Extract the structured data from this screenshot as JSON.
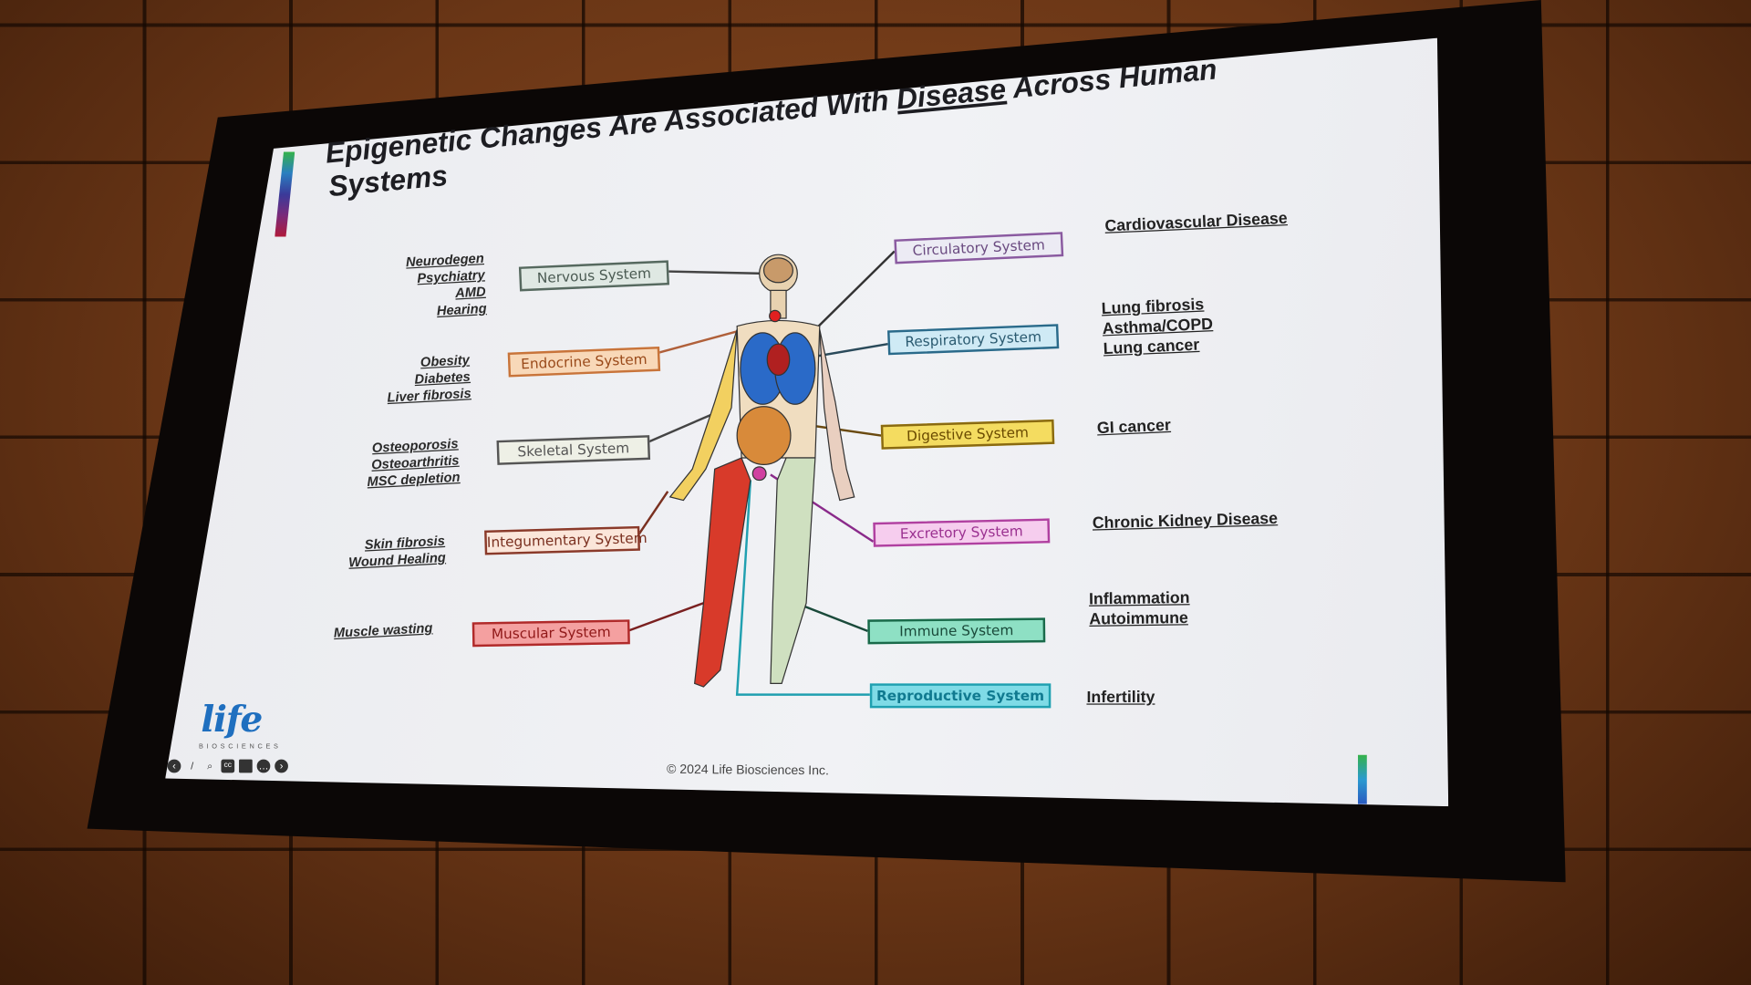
{
  "slide": {
    "title_before": "Epigenetic Changes Are Associated With ",
    "title_emphasis": "Disease",
    "title_after": " Across Human",
    "title_line2": "Systems",
    "copyright": "© 2024 Life Biosciences Inc.",
    "logo": "life",
    "logo_sub": "BIOSCIENCES"
  },
  "left_systems": [
    {
      "label": "Nervous System",
      "diseases": [
        "Neurodegen",
        "Psychiatry",
        "AMD",
        "Hearing"
      ],
      "bg": "#dfe8e3",
      "border": "#56695f",
      "text": "#4a5a52"
    },
    {
      "label": "Endocrine System",
      "diseases": [
        "Obesity",
        "Diabetes",
        "Liver fibrosis"
      ],
      "bg": "#f8d8b8",
      "border": "#c8743a",
      "text": "#9a4a1a"
    },
    {
      "label": "Skeletal System",
      "diseases": [
        "Osteoporosis",
        "Osteoarthritis",
        "MSC depletion"
      ],
      "bg": "#eef0e6",
      "border": "#555555",
      "text": "#555555"
    },
    {
      "label": "Integumentary System",
      "diseases": [
        "Skin fibrosis",
        "Wound Healing"
      ],
      "bg": "#fbe6da",
      "border": "#8a3a2a",
      "text": "#7a3020"
    },
    {
      "label": "Muscular System",
      "diseases": [
        "Muscle wasting"
      ],
      "bg": "#f4a0a0",
      "border": "#b02a2a",
      "text": "#901818"
    }
  ],
  "right_systems": [
    {
      "label": "Circulatory System",
      "diseases": [
        "Cardiovascular Disease"
      ],
      "bg": "#ecebf4",
      "border": "#8a5aa0",
      "text": "#6a4a80"
    },
    {
      "label": "Respiratory System",
      "diseases": [
        "Lung fibrosis",
        "Asthma/COPD",
        "Lung cancer"
      ],
      "bg": "#cfeaf5",
      "border": "#2a6a8a",
      "text": "#2a5a70"
    },
    {
      "label": "Digestive System",
      "diseases": [
        "GI cancer"
      ],
      "bg": "#f4dc60",
      "border": "#8a6a10",
      "text": "#6a4a00"
    },
    {
      "label": "Excretory System",
      "diseases": [
        "Chronic Kidney Disease"
      ],
      "bg": "#f6cdee",
      "border": "#b040a0",
      "text": "#9a3090"
    },
    {
      "label": "Immune System",
      "diseases": [
        "Inflammation",
        "Autoimmune"
      ],
      "bg": "#8ee0c4",
      "border": "#1a6a4a",
      "text": "#1a4a3a"
    },
    {
      "label": "Reproductive System",
      "diseases": [
        "Infertility"
      ],
      "bg": "#7fdbe6",
      "border": "#20a0b0",
      "text": "#107a90"
    }
  ],
  "toolbar_icons": [
    "back-icon",
    "pen-icon",
    "zoom-icon",
    "captions-icon",
    "screen-icon",
    "more-icon",
    "forward-icon"
  ]
}
